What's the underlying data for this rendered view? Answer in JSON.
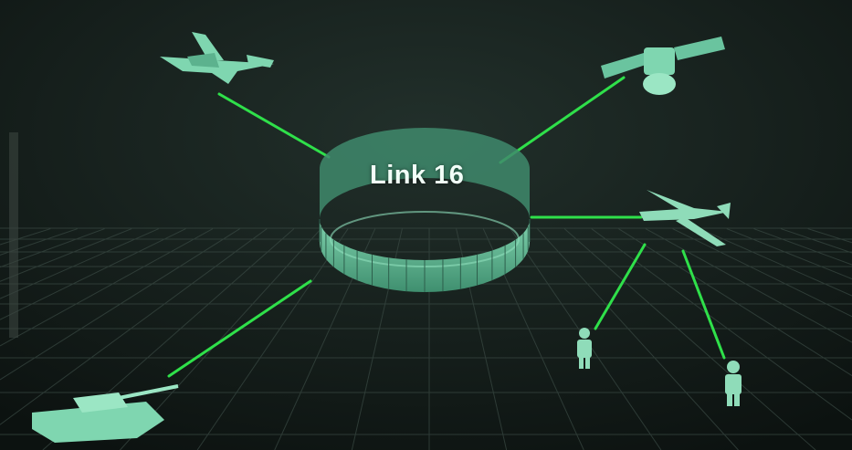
{
  "network": {
    "title": "Link 16",
    "nodes": [
      {
        "id": "fighter-jet",
        "icon": "fighter-jet-icon"
      },
      {
        "id": "satellite",
        "icon": "satellite-icon"
      },
      {
        "id": "drone",
        "icon": "drone-icon"
      },
      {
        "id": "tank",
        "icon": "tank-icon"
      },
      {
        "id": "soldier-1",
        "icon": "person-icon"
      },
      {
        "id": "soldier-2",
        "icon": "person-icon"
      }
    ],
    "links": [
      [
        "hub",
        "fighter-jet"
      ],
      [
        "hub",
        "satellite"
      ],
      [
        "hub",
        "drone"
      ],
      [
        "hub",
        "tank"
      ],
      [
        "drone",
        "soldier-1"
      ],
      [
        "drone",
        "soldier-2"
      ]
    ]
  },
  "colors": {
    "link": "#2fe04a",
    "node": "#7fd6b0",
    "ring": "#5fb894",
    "background": "#121a17"
  }
}
